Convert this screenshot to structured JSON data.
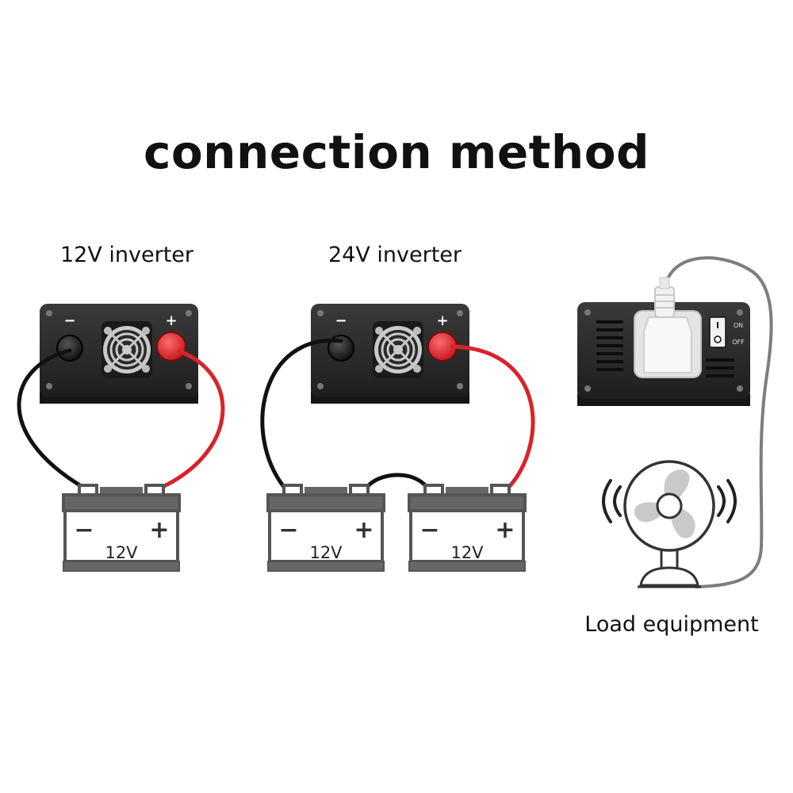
{
  "title": "connection method",
  "inverters": {
    "left_label": "12V inverter",
    "middle_label": "24V inverter",
    "neg_symbol": "−",
    "pos_symbol": "+"
  },
  "switch": {
    "on": "ON",
    "off": "OFF"
  },
  "batteries": [
    {
      "voltage": "12V",
      "neg": "−",
      "pos": "+"
    },
    {
      "voltage": "12V",
      "neg": "−",
      "pos": "+"
    },
    {
      "voltage": "12V",
      "neg": "−",
      "pos": "+"
    }
  ],
  "load_label": "Load equipment",
  "colors": {
    "inverter_body": "#2b2b2b",
    "positive_cable": "#d8232a",
    "negative_cable": "#111111",
    "battery_outline": "#555555",
    "power_cord": "#7d7d7d",
    "fan_blade": "#c9c9c9"
  }
}
